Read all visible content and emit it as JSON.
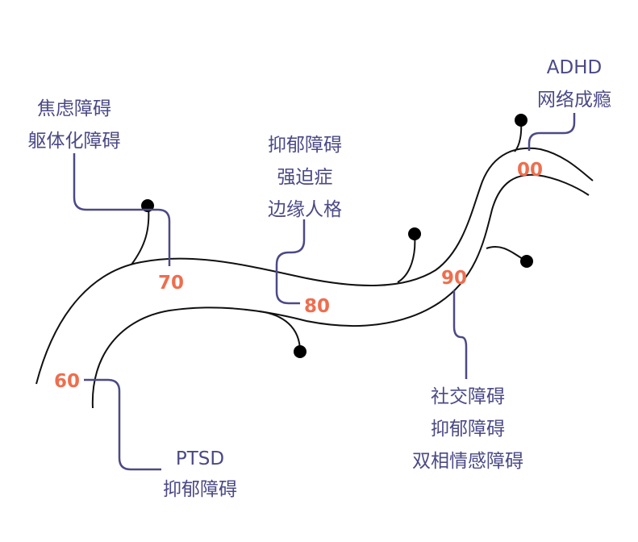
{
  "groups": [
    {
      "decade": "70",
      "labels": [
        "焦虑障碍",
        "躯体化障碍"
      ]
    },
    {
      "decade": "80",
      "labels": [
        "抑郁障碍",
        "强迫症",
        "边缘人格"
      ]
    },
    {
      "decade": "00",
      "labels": [
        "ADHD",
        "网络成瘾"
      ]
    },
    {
      "decade": "90",
      "labels": [
        "社交障碍",
        "抑郁障碍",
        "双相情感障碍"
      ]
    },
    {
      "decade": "60",
      "labels": [
        "PTSD",
        "抑郁障碍"
      ]
    }
  ],
  "colors": {
    "label": "#4b4a86",
    "decade": "#ee6e4e",
    "line": "#111111"
  }
}
